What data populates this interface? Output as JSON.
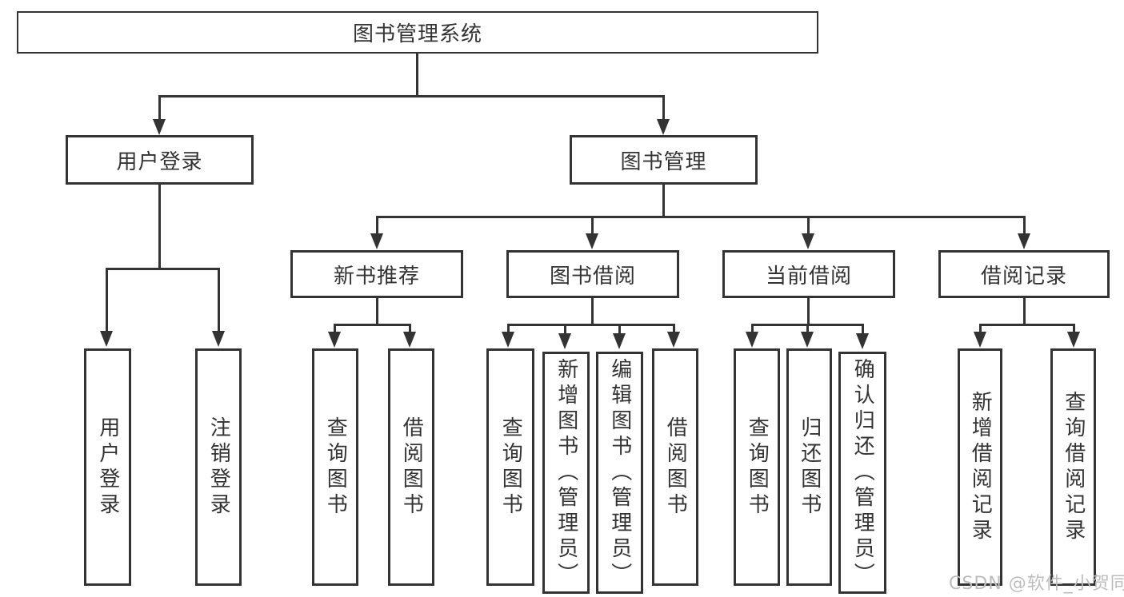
{
  "tree": {
    "root": {
      "label": "图书管理系统"
    },
    "branches": [
      {
        "label": "用户登录",
        "children": [
          "用户登录",
          "注销登录"
        ]
      },
      {
        "label": "图书管理",
        "children": [
          {
            "label": "新书推荐",
            "children": [
              "查询图书",
              "借阅图书"
            ]
          },
          {
            "label": "图书借阅",
            "children": [
              "查询图书",
              "新增图书（管理员）",
              "编辑图书（管理员）",
              "借阅图书"
            ]
          },
          {
            "label": "当前借阅",
            "children": [
              "查询图书",
              "归还图书",
              "确认归还（管理员）"
            ]
          },
          {
            "label": "借阅记录",
            "children": [
              "新增借阅记录",
              "查询借阅记录"
            ]
          }
        ]
      }
    ]
  },
  "watermark": {
    "text": "CSDN @软件_小贺同学"
  },
  "colors": {
    "line": "#333333",
    "text": "#333333",
    "background": "#ffffff",
    "watermark": "#bdbdbd"
  }
}
